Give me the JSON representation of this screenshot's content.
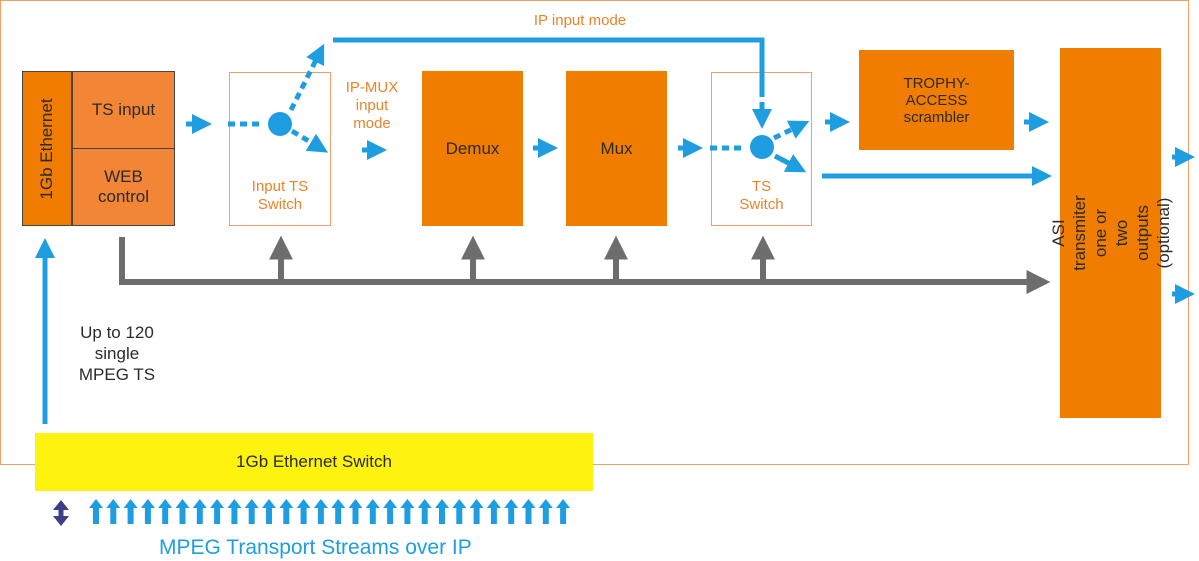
{
  "diagram": {
    "blocks": {
      "ethernet": "1Gb Ethernet",
      "ts_input": "TS input",
      "web_control": "WEB\ncontrol",
      "input_ts_switch": "Input TS\nSwitch",
      "demux": "Demux",
      "mux": "Mux",
      "ts_switch": "TS\nSwitch",
      "scrambler": "TROPHY-\nACCESS\nscrambler",
      "asi_transmitter": "ASI transmiter\none or two outputs (optional)",
      "ethernet_switch": "1Gb Ethernet Switch"
    },
    "labels": {
      "ip_input_mode": "IP input mode",
      "ip_mux_input_mode": "IP-MUX\ninput\nmode",
      "streams_count": "Up to 120\nsingle\nMPEG TS",
      "bottom_caption": "MPEG Transport Streams over IP"
    },
    "colors": {
      "block_orange": "#f07c00",
      "block_light_orange": "#f28536",
      "arrow_blue": "#1e9ee0",
      "control_gray": "#6d6d6d",
      "switch_yellow": "#fdf30f",
      "frame_orange": "#f0a068",
      "label_orange": "#e8842a",
      "bidirectional_arrow": "#3f3c8c"
    },
    "input_stream_arrow_count": 28
  }
}
